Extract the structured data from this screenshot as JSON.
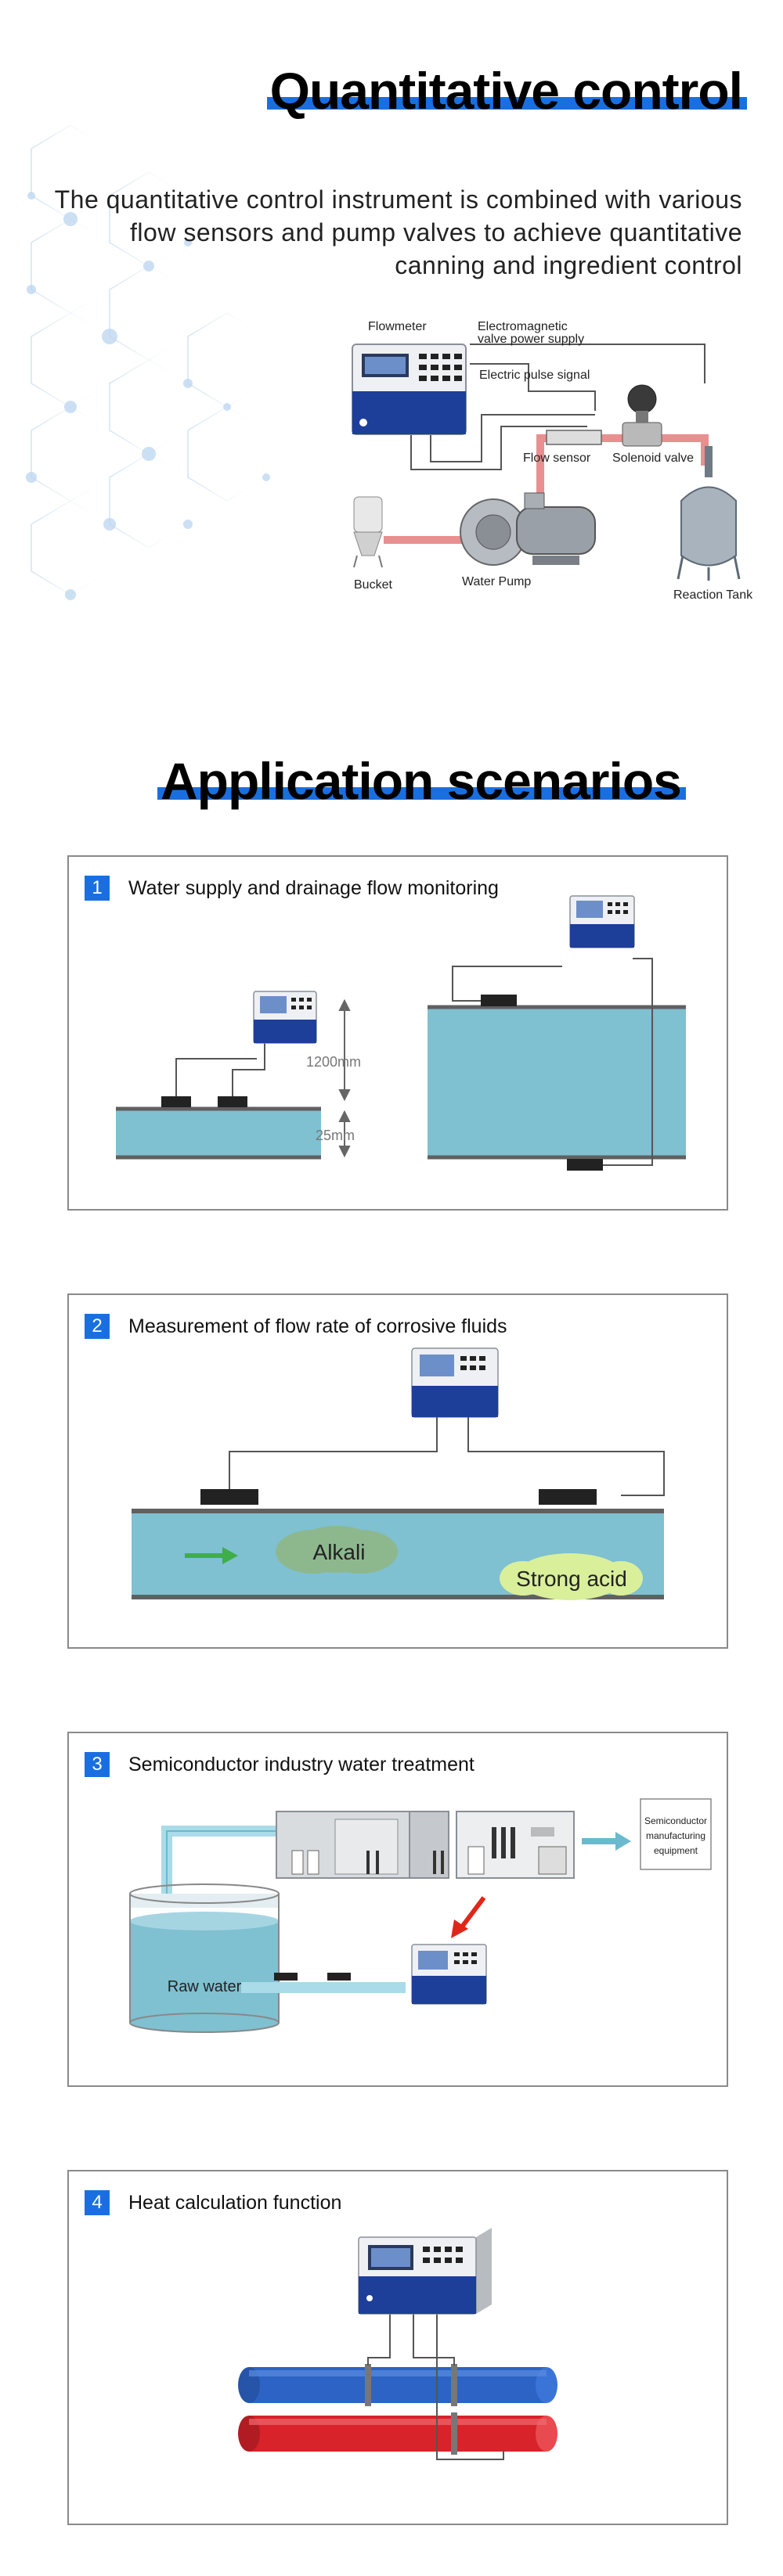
{
  "quantitative": {
    "title": "Quantitative control",
    "description": "The quantitative control instrument is combined with various flow sensors and pump valves to achieve quantitative canning and ingredient control",
    "diagram": {
      "flowmeter": "Flowmeter",
      "valve_power_line1": "Electromagnetic",
      "valve_power_line2": "valve power supply",
      "pulse": "Electric pulse signal",
      "flow_sensor": "Flow sensor",
      "solenoid": "Solenoid valve",
      "bucket": "Bucket",
      "pump": "Water Pump",
      "tank": "Reaction Tank"
    }
  },
  "application": {
    "title": "Application scenarios",
    "scenarios": [
      {
        "num": "1",
        "title": "Water supply and drainage flow monitoring",
        "label_large": "1200mm",
        "label_small": "25mm"
      },
      {
        "num": "2",
        "title": "Measurement of flow rate of corrosive fluids",
        "alkali": "Alkali",
        "acid": "Strong acid"
      },
      {
        "num": "3",
        "title": "Semiconductor industry water treatment",
        "raw_water": "Raw water",
        "equip_line1": "Semiconductor",
        "equip_line2": "manufacturing",
        "equip_line3": "equipment"
      },
      {
        "num": "4",
        "title": "Heat calculation function"
      }
    ]
  },
  "colors": {
    "accent": "#1a6fe0",
    "pipe_fill": "#7fc0d1",
    "pipe_edge": "#606060",
    "device_blue": "#1d3f9a",
    "hot_pipe": "#d8232a",
    "cold_pipe": "#2d63c4"
  }
}
